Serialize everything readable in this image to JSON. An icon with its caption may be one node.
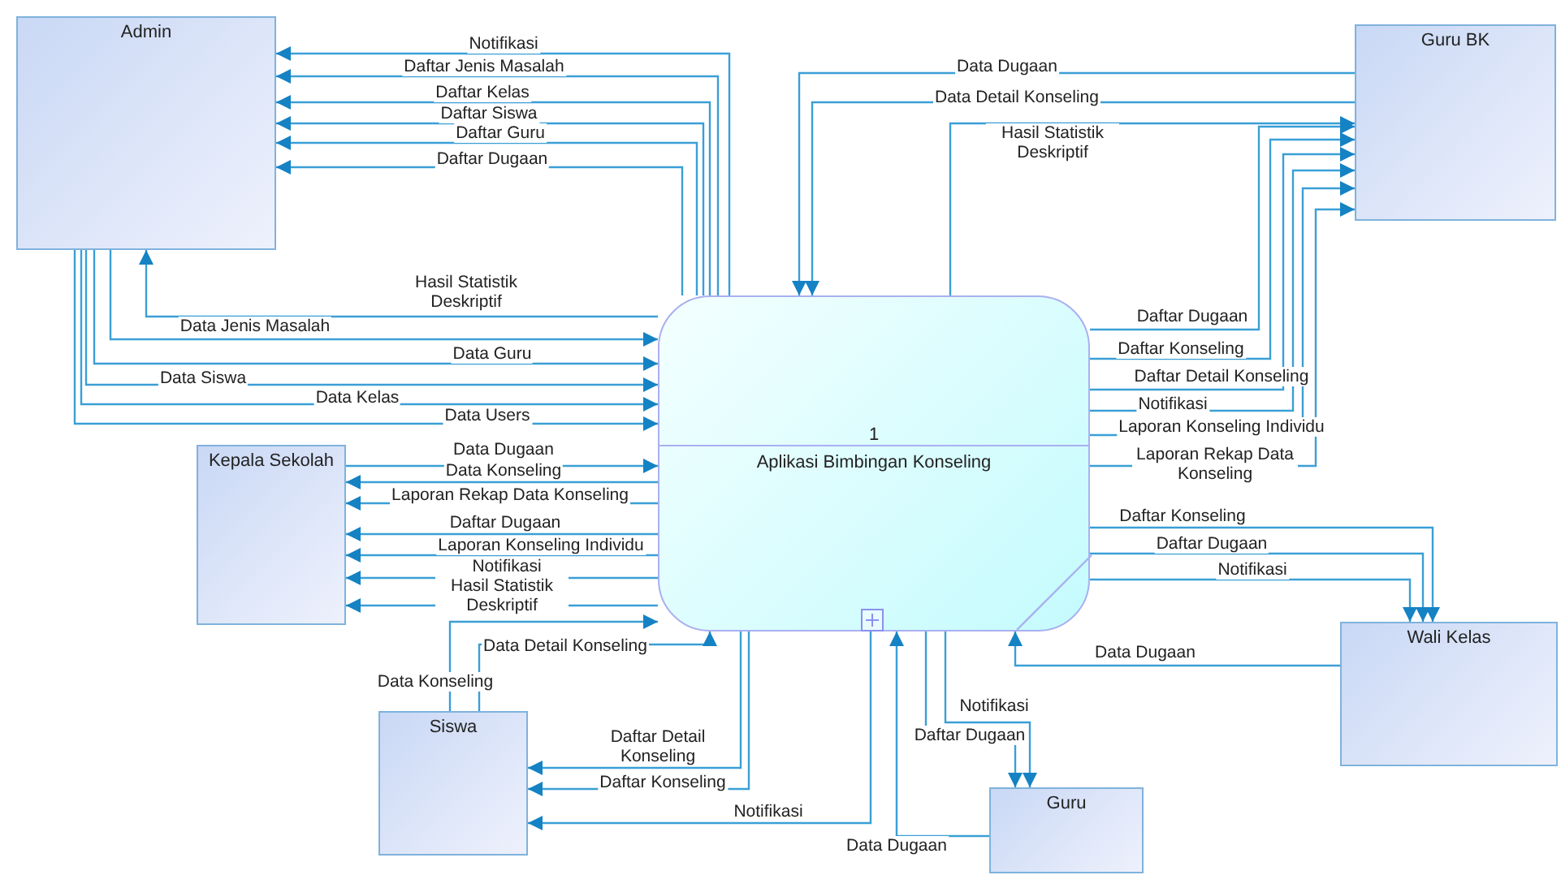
{
  "diagram": {
    "nodes": [
      {
        "text": [
          "Admin"
        ]
      },
      {
        "text": [
          "1",
          "Aplikasi Bimbingan Konseling"
        ]
      },
      {
        "text": [
          "Guru BK"
        ]
      },
      {
        "text": [
          "Kepala Sekolah"
        ]
      },
      {
        "text": [
          "Wali Kelas"
        ]
      },
      {
        "text": [
          "Siswa"
        ]
      },
      {
        "text": [
          "Guru"
        ]
      }
    ],
    "edges": [
      {
        "from": 1,
        "to": 0,
        "arrow": "to",
        "label": "Notifikasi"
      },
      {
        "from": 1,
        "to": 0,
        "arrow": "to",
        "label": "Daftar Jenis Masalah"
      },
      {
        "from": 1,
        "to": 0,
        "arrow": "to",
        "label": "Daftar Kelas"
      },
      {
        "from": 1,
        "to": 0,
        "arrow": "to",
        "label": "Daftar Siswa"
      },
      {
        "from": 1,
        "to": 0,
        "arrow": "to",
        "label": "Daftar Guru"
      },
      {
        "from": 1,
        "to": 0,
        "arrow": "to",
        "label": "Daftar Dugaan"
      },
      {
        "from": 1,
        "to": 0,
        "arrow": "to",
        "label": "Hasil Statistik Deskriptif"
      },
      {
        "from": 0,
        "to": 1,
        "arrow": "to",
        "label": "Data Jenis Masalah"
      },
      {
        "from": 0,
        "to": 1,
        "arrow": "to",
        "label": "Data Guru"
      },
      {
        "from": 0,
        "to": 1,
        "arrow": "to",
        "label": "Data Siswa"
      },
      {
        "from": 0,
        "to": 1,
        "arrow": "to",
        "label": "Data Kelas"
      },
      {
        "from": 0,
        "to": 1,
        "arrow": "to",
        "label": "Data Users"
      },
      {
        "from": 2,
        "to": 1,
        "arrow": "to",
        "label": "Data Dugaan"
      },
      {
        "from": 2,
        "to": 1,
        "arrow": "to",
        "label": "Data Detail Konseling"
      },
      {
        "from": 1,
        "to": 2,
        "arrow": "to",
        "label": "Hasil Statistik Deskriptif"
      },
      {
        "from": 1,
        "to": 2,
        "arrow": "to",
        "label": "Daftar Dugaan"
      },
      {
        "from": 1,
        "to": 2,
        "arrow": "to",
        "label": "Daftar Konseling"
      },
      {
        "from": 1,
        "to": 2,
        "arrow": "to",
        "label": "Daftar Detail Konseling"
      },
      {
        "from": 1,
        "to": 2,
        "arrow": "to",
        "label": "Notifikasi"
      },
      {
        "from": 1,
        "to": 2,
        "arrow": "to",
        "label": "Laporan Konseling Individu"
      },
      {
        "from": 1,
        "to": 2,
        "arrow": "to",
        "label": "Laporan Rekap Data Konseling"
      },
      {
        "from": 3,
        "to": 1,
        "arrow": "to",
        "label": "Data Dugaan"
      },
      {
        "from": 1,
        "to": 3,
        "arrow": "to",
        "label": "Data Konseling"
      },
      {
        "from": 1,
        "to": 3,
        "arrow": "to",
        "label": "Laporan Rekap Data Konseling"
      },
      {
        "from": 1,
        "to": 3,
        "arrow": "to",
        "label": "Daftar Dugaan"
      },
      {
        "from": 1,
        "to": 3,
        "arrow": "to",
        "label": "Laporan Konseling Individu"
      },
      {
        "from": 1,
        "to": 3,
        "arrow": "to",
        "label": "Notifikasi"
      },
      {
        "from": 1,
        "to": 3,
        "arrow": "to",
        "label": "Hasil Statistik Deskriptif"
      },
      {
        "from": 5,
        "to": 1,
        "arrow": "to",
        "label": "Data Konseling"
      },
      {
        "from": 5,
        "to": 1,
        "arrow": "to",
        "label": "Data Detail Konseling"
      },
      {
        "from": 1,
        "to": 5,
        "arrow": "to",
        "label": "Daftar Detail Konseling"
      },
      {
        "from": 1,
        "to": 5,
        "arrow": "to",
        "label": "Daftar Konseling"
      },
      {
        "from": 1,
        "to": 5,
        "arrow": "to",
        "label": "Notifikasi"
      },
      {
        "from": 6,
        "to": 1,
        "arrow": "to",
        "label": "Data Dugaan"
      },
      {
        "from": 1,
        "to": 6,
        "arrow": "to",
        "label": "Notifikasi"
      },
      {
        "from": 1,
        "to": 6,
        "arrow": "to",
        "label": "Daftar Dugaan"
      },
      {
        "from": 1,
        "to": 4,
        "arrow": "to",
        "label": "Daftar Konseling"
      },
      {
        "from": 1,
        "to": 4,
        "arrow": "to",
        "label": "Daftar Dugaan"
      },
      {
        "from": 1,
        "to": 4,
        "arrow": "to",
        "label": "Notifikasi"
      },
      {
        "from": 4,
        "to": 1,
        "arrow": "to",
        "label": "Data Dugaan"
      }
    ]
  }
}
